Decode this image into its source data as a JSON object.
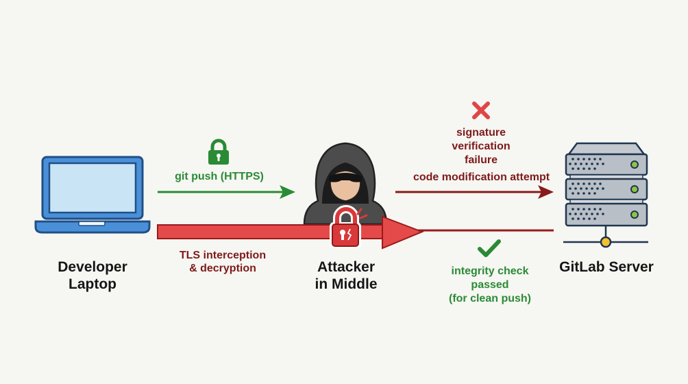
{
  "diagram": {
    "nodes": {
      "laptop": {
        "label_line1": "Developer",
        "label_line2": "Laptop"
      },
      "attacker": {
        "label_line1": "Attacker",
        "label_line2": "in Middle"
      },
      "server": {
        "label": "GitLab Server"
      }
    },
    "edges": {
      "git_push": {
        "label": "git push (HTTPS)",
        "icon": "lock-icon"
      },
      "tls_interception": {
        "label_line1": "TLS interception",
        "label_line2": "& decryption",
        "icon": "broken-lock-icon"
      },
      "code_modification": {
        "label": "code modification attempt"
      },
      "signature_failure": {
        "label_line1": "signature",
        "label_line2": "verification",
        "label_line3": "failure",
        "icon": "x-mark-icon"
      },
      "integrity_check": {
        "label_line1": "integrity check",
        "label_line2": "passed",
        "label_line3": "(for clean push)",
        "icon": "checkmark-icon"
      }
    },
    "colors": {
      "green": "#2a8a35",
      "red": "#d9393a",
      "dark_red": "#7d1a1a",
      "laptop_blue": "#4a90d9",
      "screen_blue": "#c9e4f4",
      "server_gray": "#b9bfc6",
      "led_green": "#8dc63f",
      "node_yellow": "#f2c12e"
    }
  }
}
